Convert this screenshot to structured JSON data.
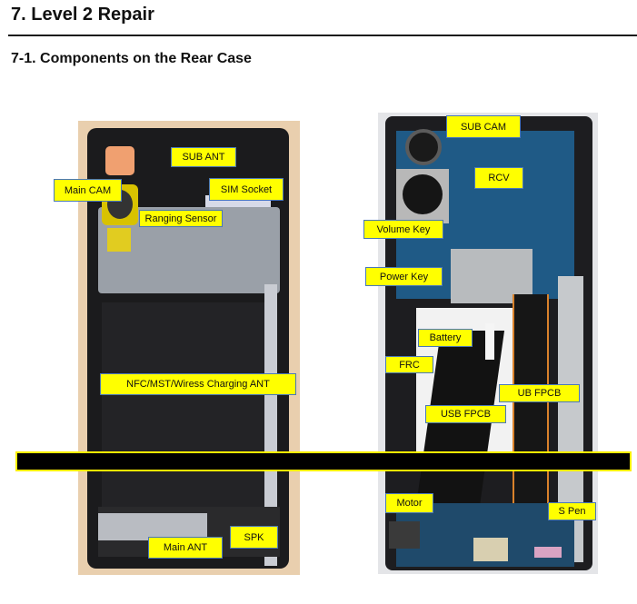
{
  "document": {
    "section_title": "7. Level 2 Repair",
    "subsection_title": "7-1. Components on the Rear Case"
  },
  "left_photo": {
    "labels": {
      "sub_ant": "SUB  ANT",
      "main_cam": "Main CAM",
      "sim_socket": "SIM Socket",
      "ranging_sensor": "Ranging Sensor",
      "nfc_ant": "NFC/MST/Wiress Charging ANT",
      "main_ant": "Main ANT",
      "spk": "SPK"
    }
  },
  "right_photo": {
    "labels": {
      "sub_cam": "SUB CAM",
      "rcv": "RCV",
      "volume_key": "Volume Key",
      "power_key": "Power Key",
      "battery": "Battery",
      "frc": "FRC",
      "ub_fpcb": "UB FPCB",
      "usb_fpcb": "USB FPCB",
      "motor": "Motor",
      "s_pen": "S Pen"
    }
  },
  "colors": {
    "label_bg": "#ffff00",
    "label_border": "#4a78b8",
    "redaction_bar": "#000000",
    "redaction_border": "#ffef00"
  }
}
